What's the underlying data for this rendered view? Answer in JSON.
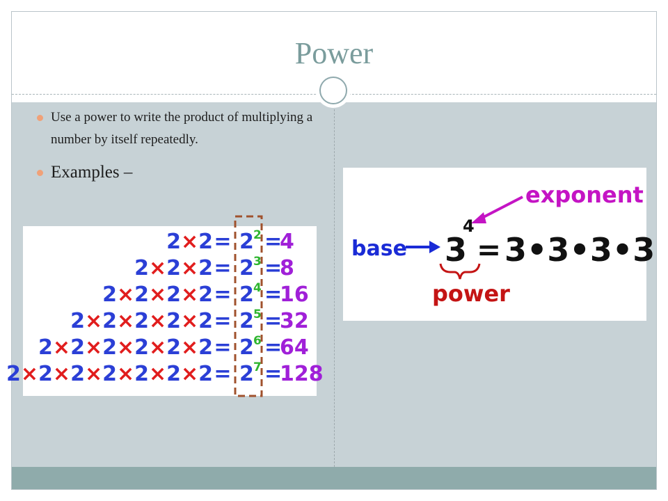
{
  "slide": {
    "title": "Power",
    "bullets": [
      "Use a power to write the product of multiplying a number by itself repeatedly.",
      "Examples –"
    ]
  },
  "examples_image": {
    "rows": [
      {
        "product": "2×2",
        "base": "2",
        "exponent": "2",
        "result": "4"
      },
      {
        "product": "2×2×2",
        "base": "2",
        "exponent": "3",
        "result": "8"
      },
      {
        "product": "2×2×2×2",
        "base": "2",
        "exponent": "4",
        "result": "16"
      },
      {
        "product": "2×2×2×2×2",
        "base": "2",
        "exponent": "5",
        "result": "32"
      },
      {
        "product": "2×2×2×2×2×2",
        "base": "2",
        "exponent": "6",
        "result": "64"
      },
      {
        "product": "2×2×2×2×2×2×2",
        "base": "2",
        "exponent": "7",
        "result": "128"
      }
    ],
    "colors": {
      "two": "#2b3fd6",
      "times": "#e11d1d",
      "equals": "#2b3fd6",
      "exponent": "#2fb52f",
      "result": "#a020d8",
      "highlight_box": "#a0522d"
    }
  },
  "diagram_image": {
    "exponent_label": "exponent",
    "base_label": "base",
    "power_label": "power",
    "base": "3",
    "exponent": "4",
    "equals": "=",
    "expansion": "3•3•3•3",
    "colors": {
      "exponent_label": "#c414c4",
      "base_label": "#1a2bd6",
      "power_label": "#c41414",
      "brace": "#c41414",
      "math": "#111111"
    }
  }
}
